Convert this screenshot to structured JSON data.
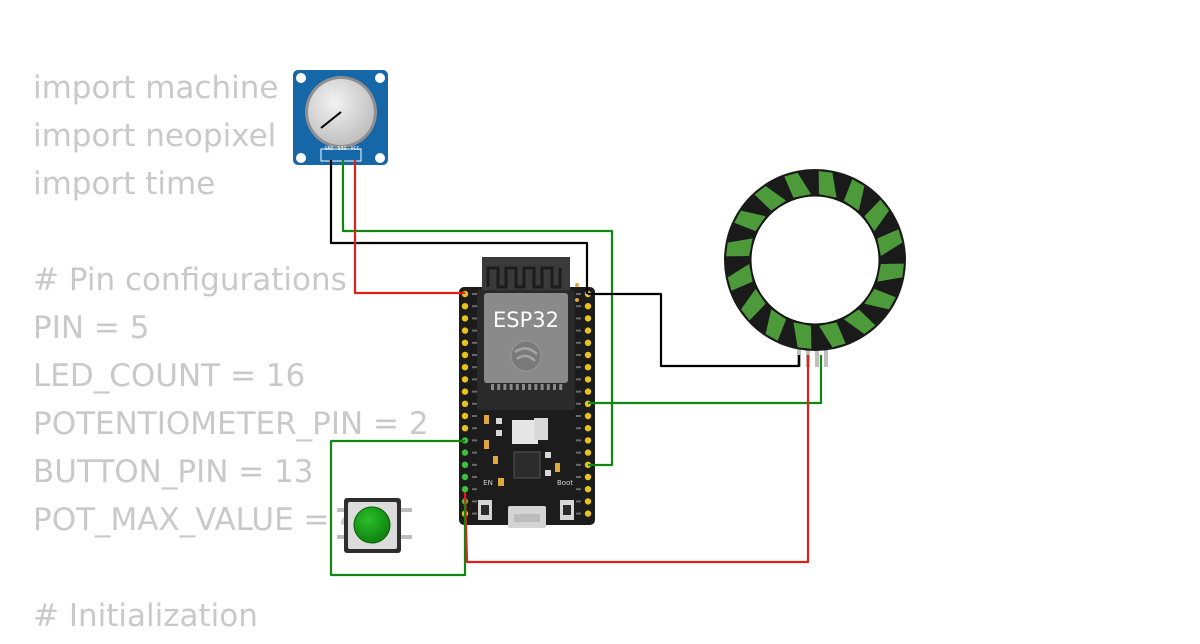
{
  "code": {
    "lines": [
      "import machine",
      "import neopixel",
      "import time",
      "",
      "# Pin configurations",
      "PIN = 5",
      "LED_COUNT = 16",
      "POTENTIOMETER_PIN = 2",
      "BUTTON_PIN = 13",
      "POT_MAX_VALUE = 4",
      "",
      "# Initialization"
    ]
  },
  "potentiometer": {
    "pins": [
      "GND",
      "SIG",
      "VCC"
    ]
  },
  "esp32": {
    "label": "ESP32",
    "en_label": "EN",
    "boot_label": "Boot"
  },
  "colors": {
    "wire_black": "#000000",
    "wire_red": "#e0201b",
    "wire_green": "#11870f",
    "pcb_blue": "#1667a8",
    "board": "#1c1c1c",
    "button_cap": "#119a11",
    "ring_led": "#4d9a3a"
  }
}
